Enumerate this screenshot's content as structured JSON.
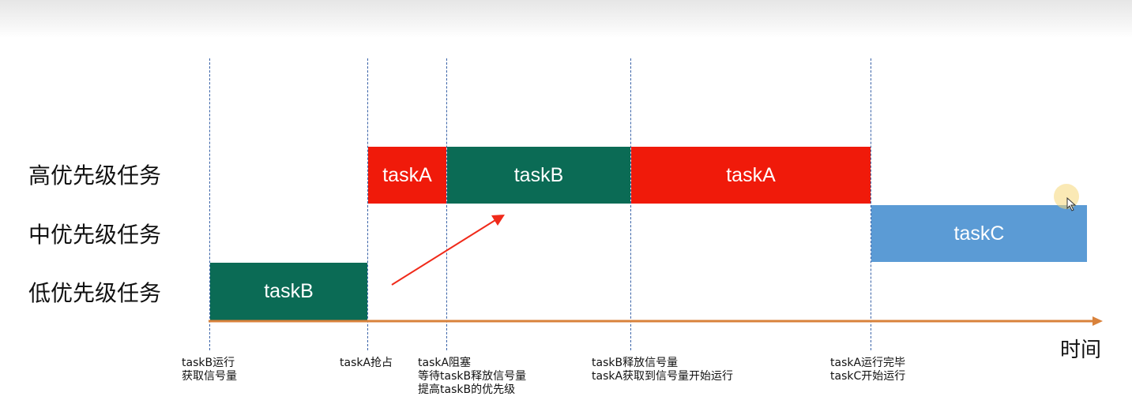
{
  "rows": {
    "high": "高优先级任务",
    "mid": "中优先级任务",
    "low": "低优先级任务"
  },
  "bars": {
    "low_taskB": "taskB",
    "high_taskA_1": "taskA",
    "high_taskB": "taskB",
    "high_taskA_2": "taskA",
    "mid_taskC": "taskC"
  },
  "annotations": {
    "a1": {
      "line1": "taskB运行",
      "line2": "获取信号量"
    },
    "a2": {
      "line1": "taskA抢占"
    },
    "a3": {
      "line1": "taskA阻塞",
      "line2": "等待taskB释放信号量",
      "line3": "提高taskB的优先级"
    },
    "a4": {
      "line1": "taskB释放信号量",
      "line2": "taskA获取到信号量开始运行"
    },
    "a5": {
      "line1": "taskA运行完毕",
      "line2": "taskC开始运行"
    }
  },
  "axis": {
    "label": "时间"
  },
  "colors": {
    "taskA": "#f01a0a",
    "taskB": "#0b6b55",
    "taskC": "#5b9bd5",
    "axis": "#d9823b",
    "guide": "#3a63a8",
    "arrow": "#f02a1a"
  }
}
